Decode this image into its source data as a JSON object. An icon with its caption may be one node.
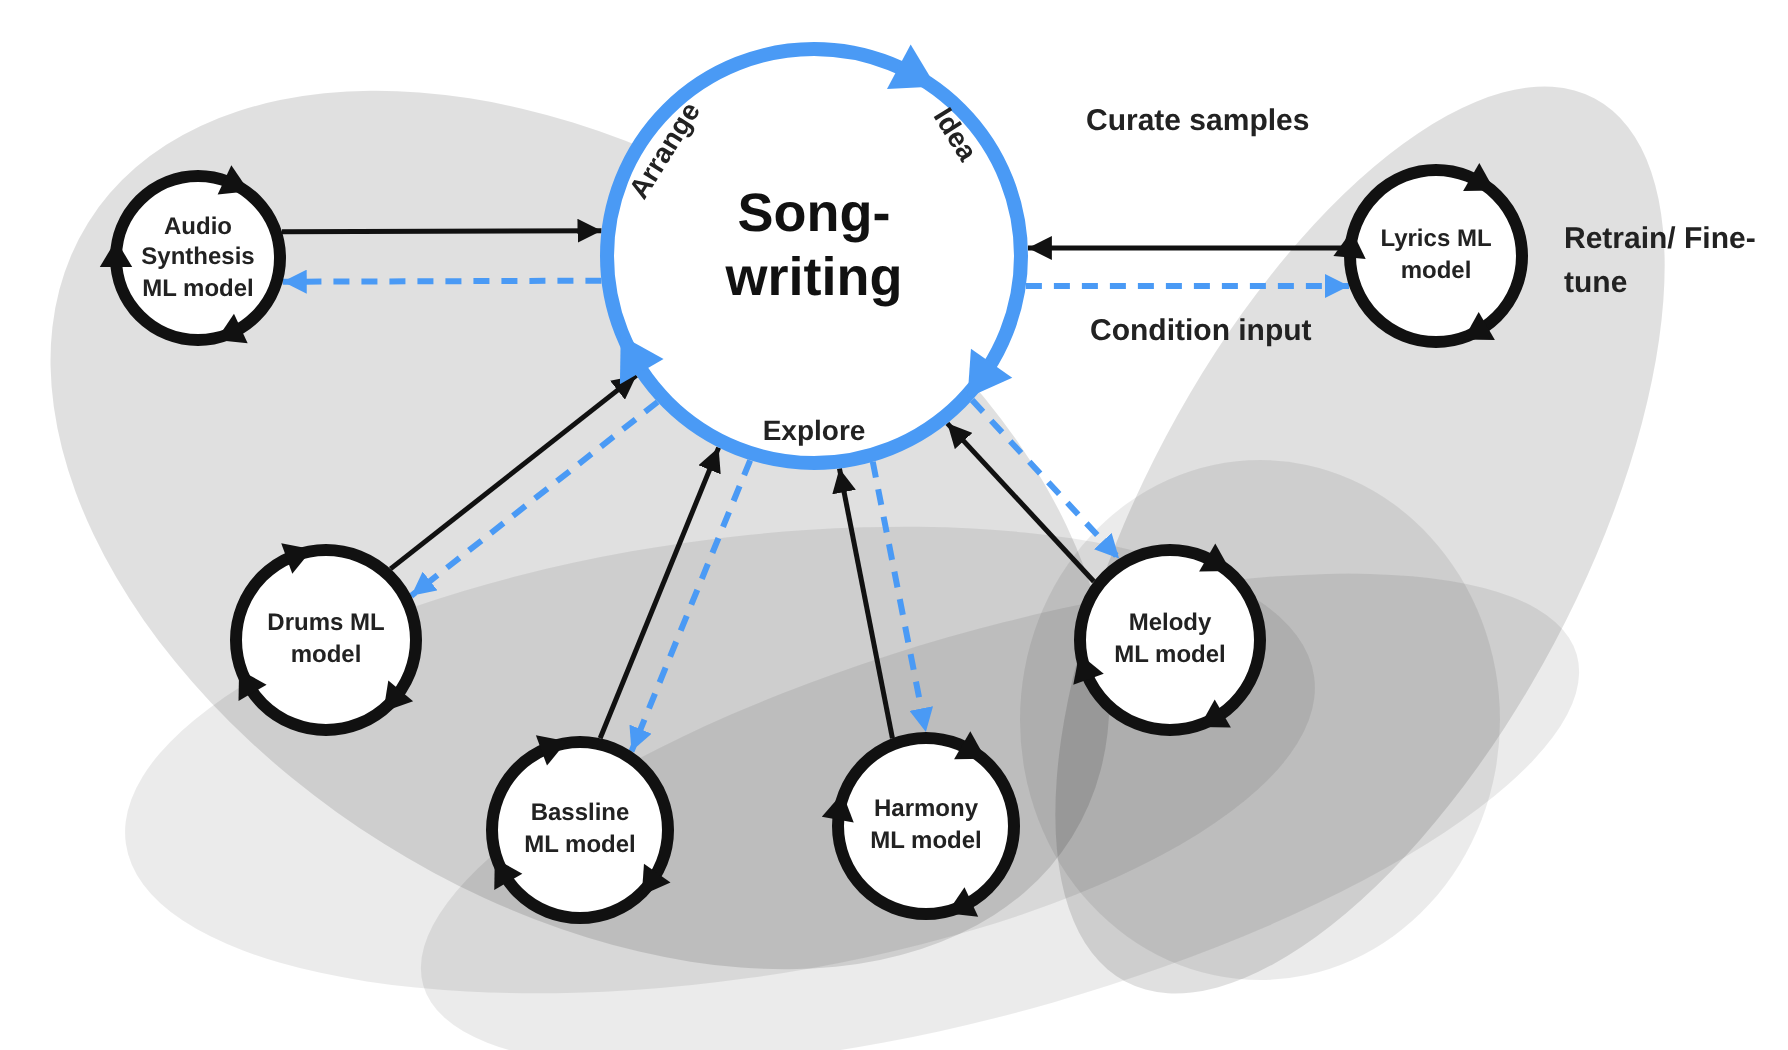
{
  "diagram": {
    "nodes": [
      {
        "text": [
          "Song- writing",
          "Arrange",
          "Idea",
          "Explore"
        ]
      },
      {
        "text": [
          "Audio Synthesis ML model"
        ]
      },
      {
        "text": [
          "Lyrics ML model"
        ],
        "beside": [
          "Retrain/ Fine-tune"
        ]
      },
      {
        "text": [
          "Drums ML model"
        ]
      },
      {
        "text": [
          "Bassline ML model"
        ]
      },
      {
        "text": [
          "Harmony ML model"
        ]
      },
      {
        "text": [
          "Melody ML model"
        ]
      }
    ],
    "edges": [
      {
        "from": 1,
        "to": 0,
        "arrow": "to"
      },
      {
        "from": 0,
        "to": 1,
        "arrow": "to",
        "style": "dashed",
        "color": "#4a9af5"
      },
      {
        "from": 2,
        "to": 0,
        "arrow": "to",
        "label": "Curate samples"
      },
      {
        "from": 0,
        "to": 2,
        "arrow": "to",
        "style": "dashed",
        "color": "#4a9af5",
        "label": "Condition input"
      },
      {
        "from": 3,
        "to": 0,
        "arrow": "to"
      },
      {
        "from": 0,
        "to": 3,
        "arrow": "to",
        "style": "dashed",
        "color": "#4a9af5"
      },
      {
        "from": 4,
        "to": 0,
        "arrow": "to"
      },
      {
        "from": 0,
        "to": 4,
        "arrow": "to",
        "style": "dashed",
        "color": "#4a9af5"
      },
      {
        "from": 5,
        "to": 0,
        "arrow": "to"
      },
      {
        "from": 0,
        "to": 5,
        "arrow": "to",
        "style": "dashed",
        "color": "#4a9af5"
      },
      {
        "from": 6,
        "to": 0,
        "arrow": "to"
      },
      {
        "from": 0,
        "to": 6,
        "arrow": "to",
        "style": "dashed",
        "color": "#4a9af5"
      }
    ]
  }
}
